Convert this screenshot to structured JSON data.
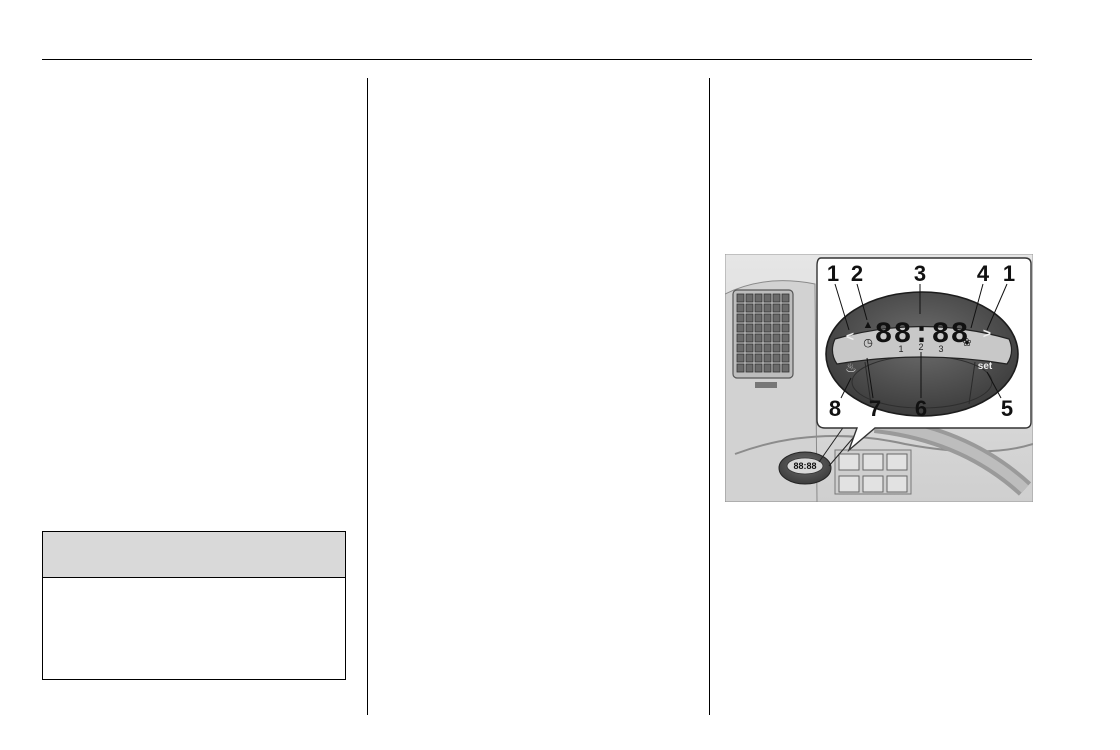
{
  "figure": {
    "display_text": "88:88",
    "mini_display_text": "88:88",
    "left_button": "<",
    "right_button": ">",
    "set_button": "set",
    "preset_numbers": [
      "1",
      "2",
      "3"
    ],
    "callouts_top": [
      "1",
      "2",
      "3",
      "4",
      "1"
    ],
    "callouts_bottom": [
      "8",
      "7",
      "6",
      "5"
    ],
    "colors": {
      "background": "#dcdcdc",
      "display": "#c8c8c8",
      "bezel": "#4a4a4a"
    }
  }
}
